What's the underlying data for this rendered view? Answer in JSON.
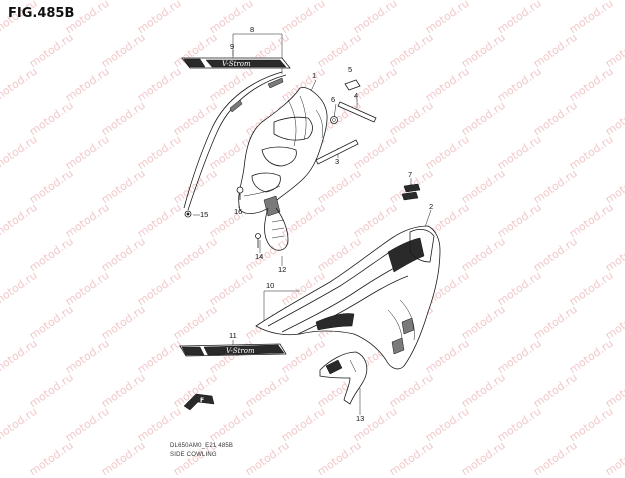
{
  "figure": {
    "title": "FIG.485B",
    "model_code": "DL650AM0_E21  485B",
    "caption": "SIDE COWLING",
    "watermark": "motod.ru"
  },
  "callouts": {
    "c1": "1",
    "c2": "2",
    "c3": "3",
    "c4": "4",
    "c5": "5",
    "c6": "6",
    "c7": "7",
    "c8": "8",
    "c9": "9",
    "c10": "10",
    "c11": "11",
    "c12": "12",
    "c13": "13",
    "c14": "14",
    "c15": "15",
    "c16": "16"
  },
  "decals": {
    "upper": "V-Strom",
    "lower": "V-Strom"
  },
  "front_arrow": "F",
  "colors": {
    "line": "#1a1a1a",
    "watermark": "#f1c9c9",
    "decal_fill": "#2a2a2a"
  }
}
